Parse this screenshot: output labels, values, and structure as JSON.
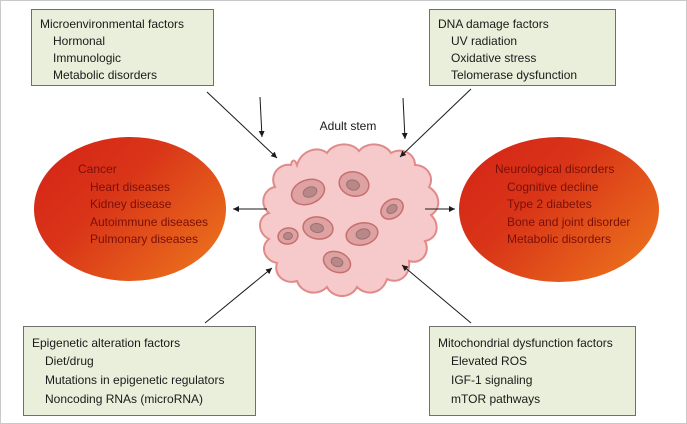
{
  "figure": {
    "center": {
      "label": "Adult stem"
    },
    "boxes": {
      "top_left": {
        "title": "Microenvironmental factors",
        "items": [
          "Hormonal",
          "Immunologic",
          "Metabolic disorders"
        ]
      },
      "top_right": {
        "title": "DNA damage factors",
        "items": [
          "UV radiation",
          "Oxidative stress",
          "Telomerase dysfunction"
        ]
      },
      "bottom_left": {
        "title": "Epigenetic alteration factors",
        "items": [
          "Diet/drug",
          "Mutations in epigenetic regulators",
          "Noncoding RNAs (microRNA)"
        ]
      },
      "bottom_right": {
        "title": "Mitochondrial dysfunction factors",
        "items": [
          "Elevated ROS",
          "IGF-1 signaling",
          "mTOR pathways"
        ]
      }
    },
    "ellipses": {
      "left": {
        "title": "Cancer",
        "items": [
          "Heart diseases",
          "Kidney disease",
          "Autoimmune diseases",
          "Pulmonary diseases"
        ]
      },
      "right": {
        "title": "Neurological disorders",
        "items": [
          "Cognitive decline",
          "Type 2 diabetes",
          "Bone and joint disorder",
          "Metabolic disorders"
        ]
      }
    },
    "colors": {
      "box_fill": "#e9efda",
      "box_border": "#6f6f6f",
      "box_text": "#1a1a1a",
      "ellipse_gradient_start": "#d52317",
      "ellipse_gradient_end": "#ee7a1d",
      "ellipse_text": "#7a0f08",
      "blob_fill": "#f6caca",
      "blob_outline": "#e08a8a",
      "cell_fill": "#dfa2a2",
      "cell_outline": "#c66f6f",
      "nucleus_fill": "#b88888",
      "arrow": "#1a1a1a"
    }
  }
}
